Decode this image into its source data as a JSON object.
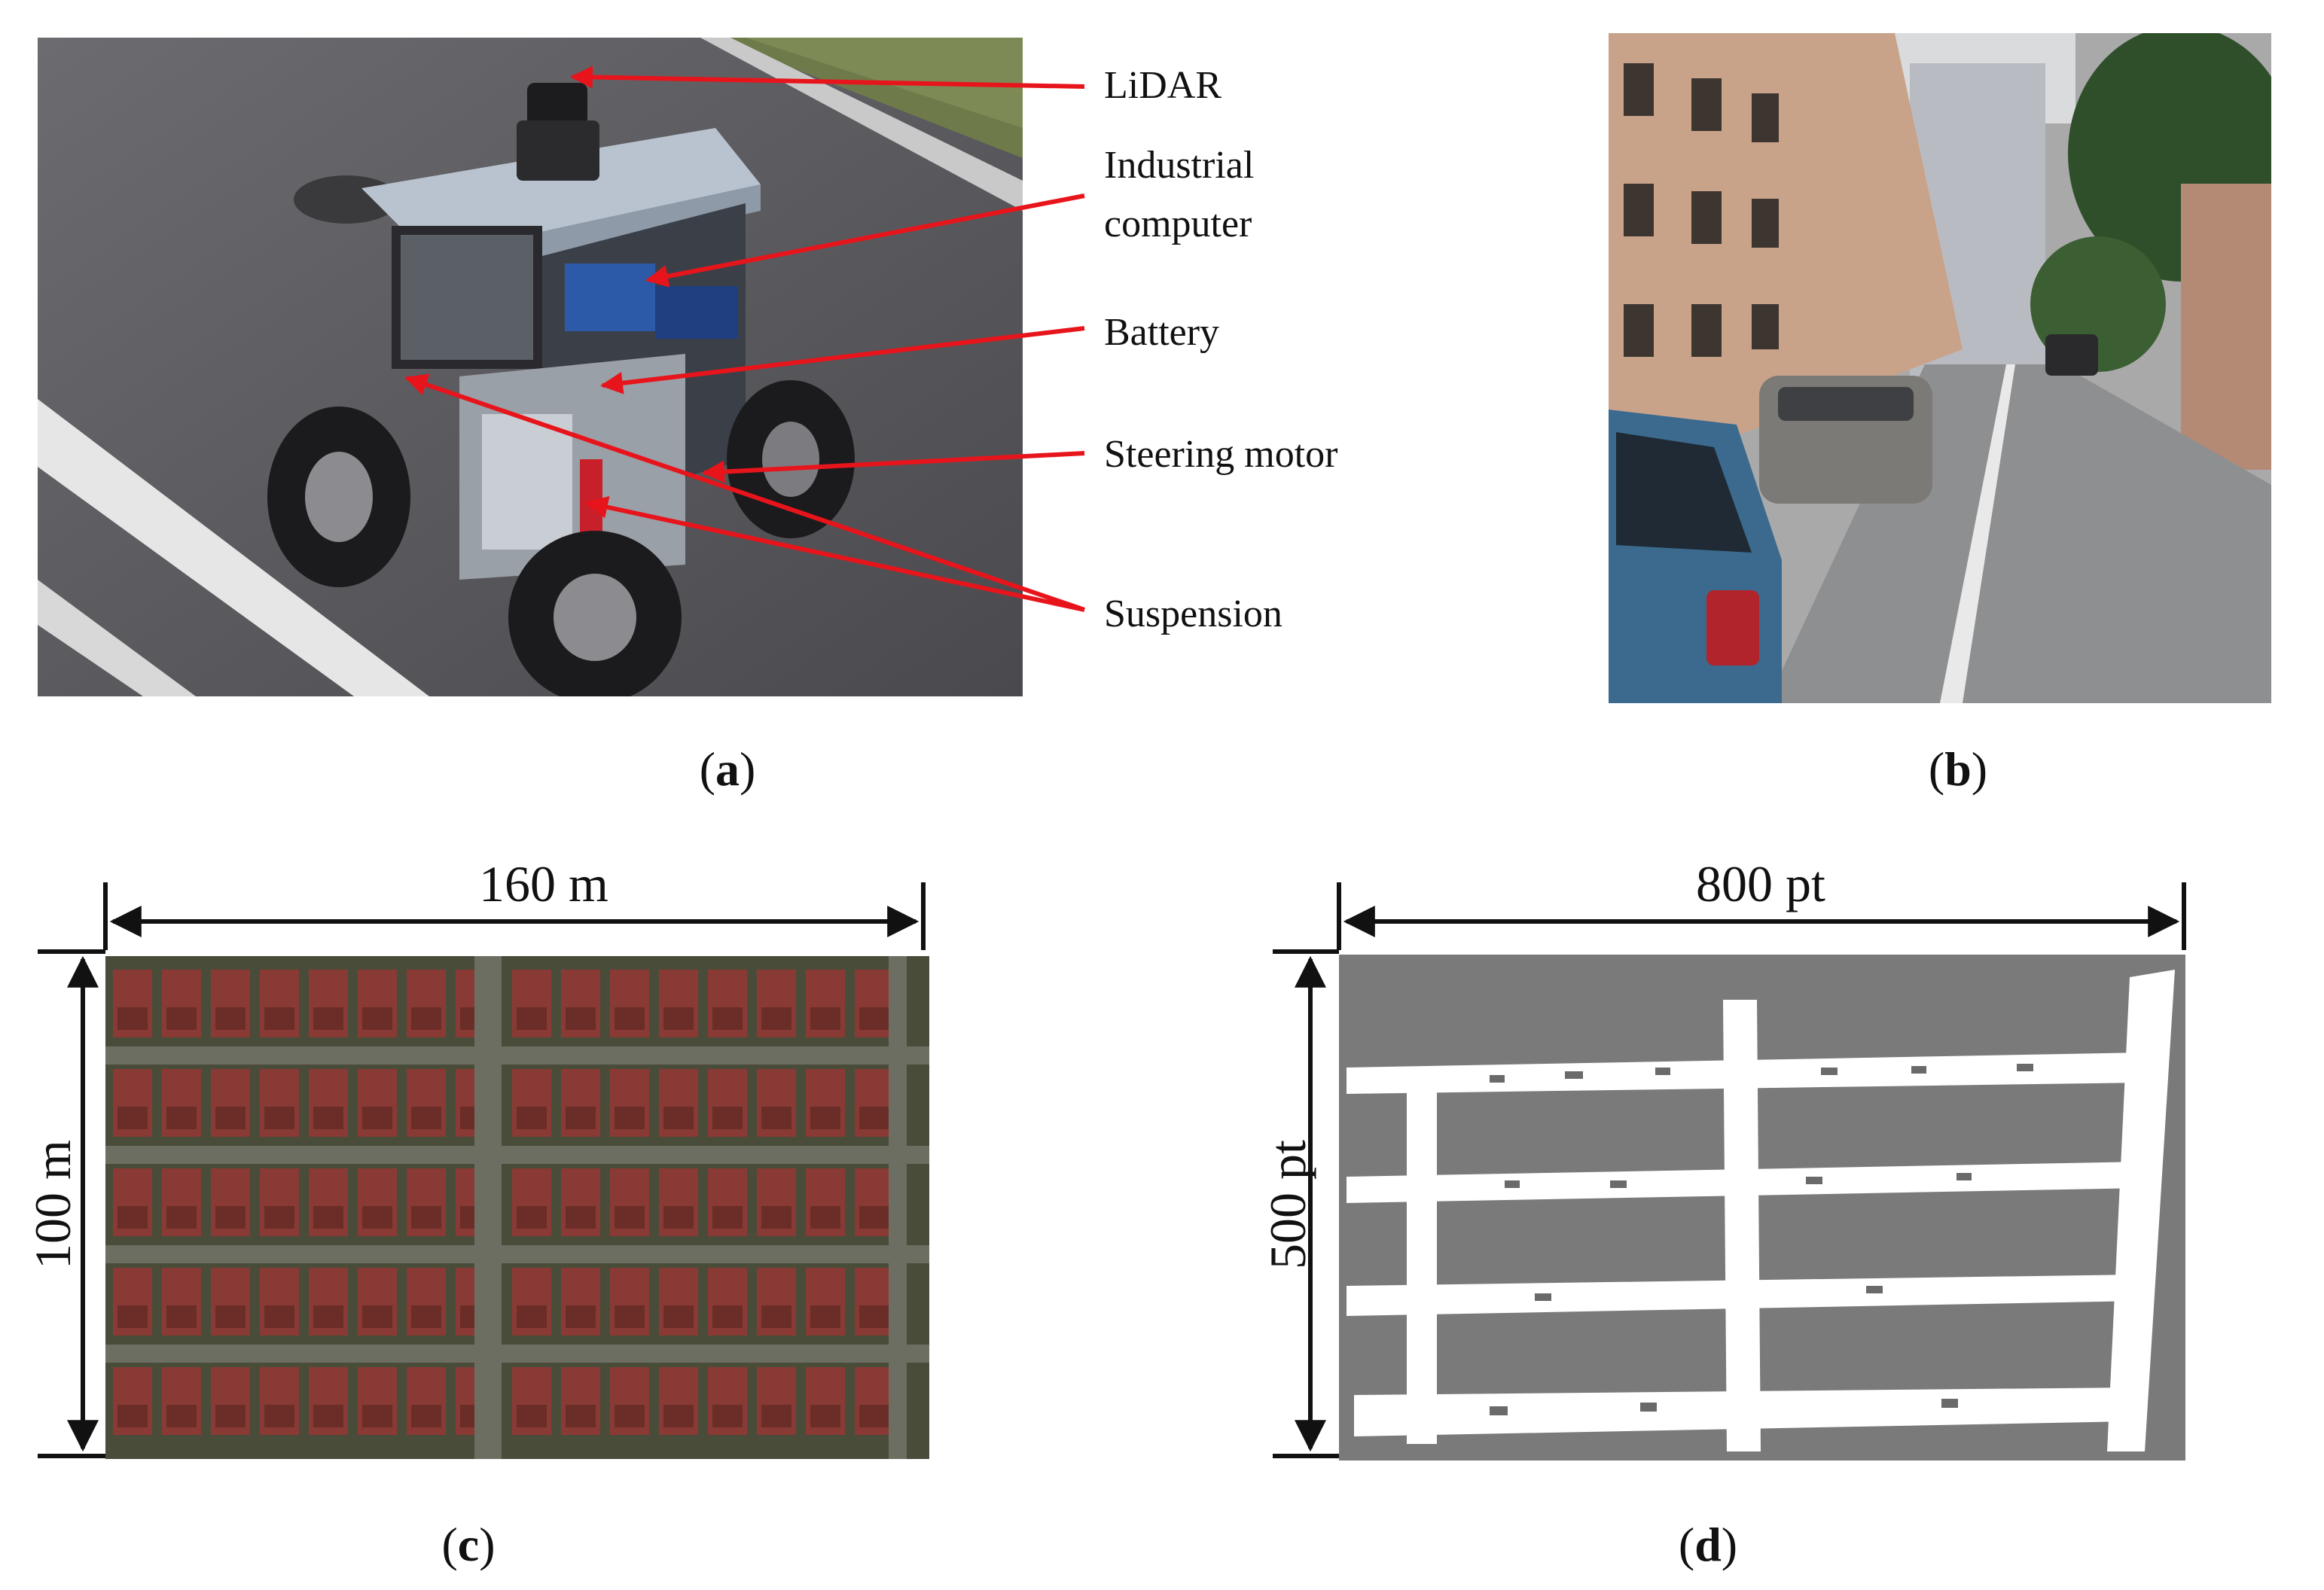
{
  "panel_a": {
    "annotations": [
      "LiDAR",
      "Industrial",
      "computer",
      "Battery",
      "Steering motor",
      "Suspension"
    ],
    "caption_letter": "a"
  },
  "panel_b": {
    "caption_letter": "b"
  },
  "panel_c": {
    "width_label": "160 m",
    "height_label": "100 m",
    "caption_letter": "c"
  },
  "panel_d": {
    "width_label": "800 pt",
    "height_label": "500 pt",
    "caption_letter": "d"
  },
  "colors": {
    "annotation_line": "#e8141b",
    "road": "#5a5a5c",
    "roof": "#8a3a34",
    "map_grey": "#7a7a7a",
    "map_free": "#ffffff"
  }
}
